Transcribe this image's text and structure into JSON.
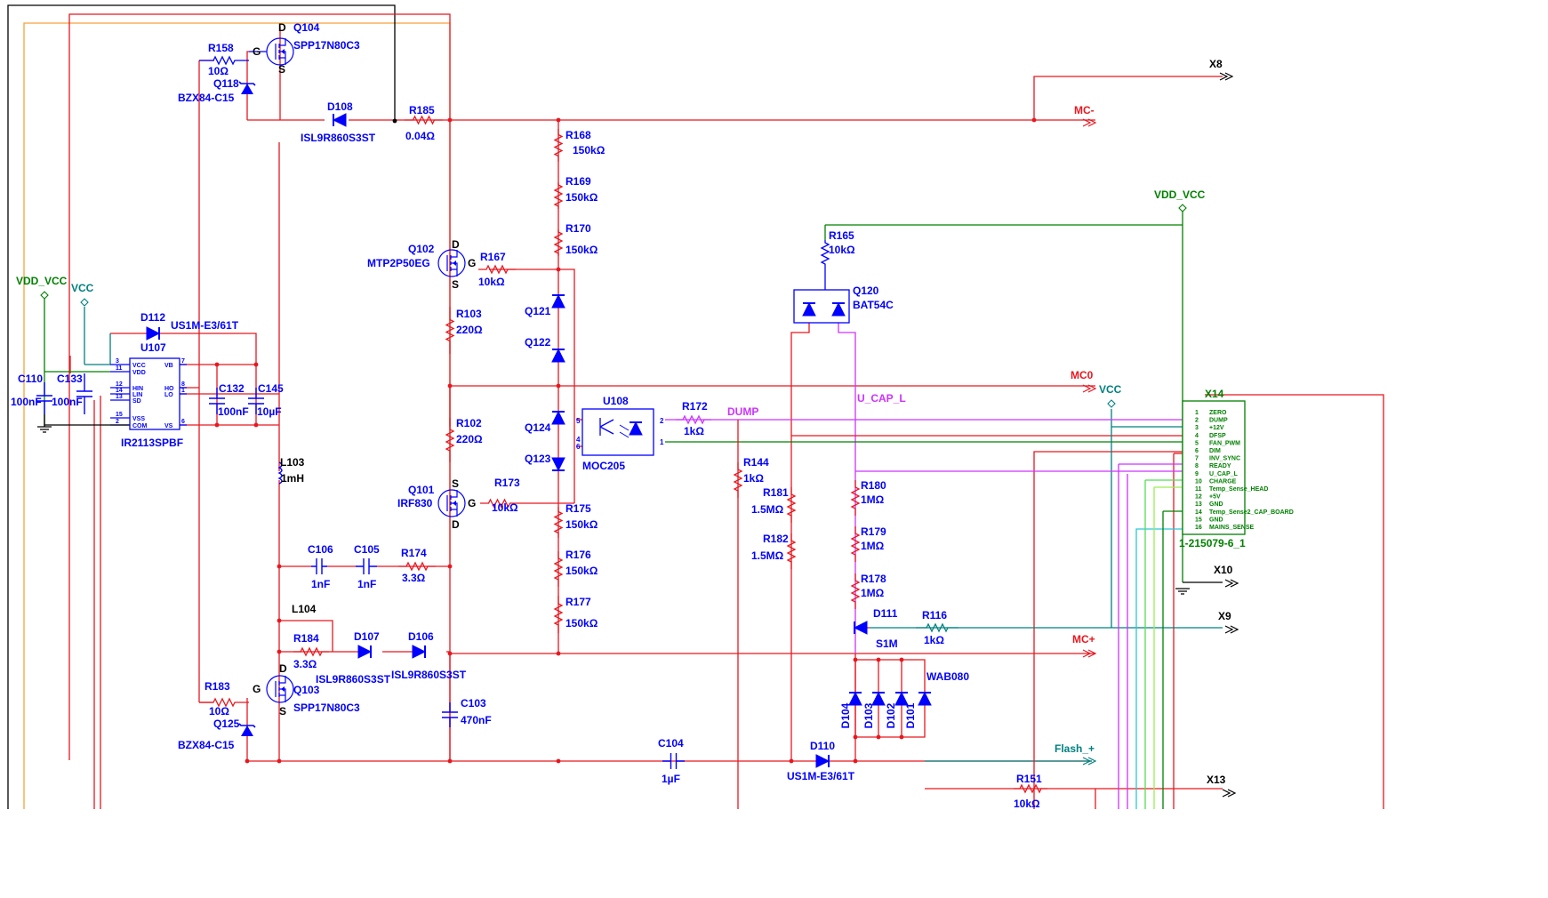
{
  "colors": {
    "red": "#e8171f",
    "blue": "#0000ff",
    "black": "#000000",
    "green": "#008000",
    "teal": "#008080",
    "magenta": "#cc33ff",
    "orange": "#f7a13a",
    "cyan": "#29c8d8"
  },
  "parts": [
    {
      "id": "Q104",
      "labels": [
        "Q104",
        "SPP17N80C3"
      ]
    },
    {
      "id": "R158",
      "labels": [
        "R158",
        "10Ω"
      ]
    },
    {
      "id": "Q118",
      "labels": [
        "Q118",
        "BZX84-C15"
      ]
    },
    {
      "id": "D108",
      "labels": [
        "D108",
        "ISL9R860S3ST"
      ]
    },
    {
      "id": "R185",
      "labels": [
        "R185",
        "0.04Ω"
      ]
    },
    {
      "id": "R168",
      "labels": [
        "R168",
        "150kΩ"
      ]
    },
    {
      "id": "R169",
      "labels": [
        "R169",
        "150kΩ"
      ]
    },
    {
      "id": "R170",
      "labels": [
        "R170",
        "150kΩ"
      ]
    },
    {
      "id": "Q102",
      "labels": [
        "Q102",
        "MTP2P50EG"
      ]
    },
    {
      "id": "R167",
      "labels": [
        "R167",
        "10kΩ"
      ]
    },
    {
      "id": "R103",
      "labels": [
        "R103",
        "220Ω"
      ]
    },
    {
      "id": "Q121",
      "labels": [
        "Q121"
      ]
    },
    {
      "id": "Q122",
      "labels": [
        "Q122"
      ]
    },
    {
      "id": "D112",
      "labels": [
        "D112",
        "US1M-E3/61T"
      ]
    },
    {
      "id": "U107",
      "labels": [
        "U107",
        "IR2113SPBF"
      ]
    },
    {
      "id": "C110",
      "labels": [
        "C110",
        "100nF"
      ]
    },
    {
      "id": "C133",
      "labels": [
        "C133",
        "100nF"
      ]
    },
    {
      "id": "C132",
      "labels": [
        "C132",
        "100nF"
      ]
    },
    {
      "id": "C145",
      "labels": [
        "C145",
        "10µF"
      ]
    },
    {
      "id": "R102",
      "labels": [
        "R102",
        "220Ω"
      ]
    },
    {
      "id": "Q124",
      "labels": [
        "Q124"
      ]
    },
    {
      "id": "Q123",
      "labels": [
        "Q123"
      ]
    },
    {
      "id": "U108",
      "labels": [
        "U108",
        "MOC205"
      ]
    },
    {
      "id": "R172",
      "labels": [
        "R172",
        "1kΩ"
      ]
    },
    {
      "id": "R144",
      "labels": [
        "R144",
        "1kΩ"
      ]
    },
    {
      "id": "L103",
      "labels": [
        "L103",
        "1mH"
      ]
    },
    {
      "id": "Q101",
      "labels": [
        "Q101",
        "IRF830"
      ]
    },
    {
      "id": "R173",
      "labels": [
        "R173",
        "10kΩ"
      ]
    },
    {
      "id": "R175",
      "labels": [
        "R175",
        "150kΩ"
      ]
    },
    {
      "id": "R176",
      "labels": [
        "R176",
        "150kΩ"
      ]
    },
    {
      "id": "R177",
      "labels": [
        "R177",
        "150kΩ"
      ]
    },
    {
      "id": "R181",
      "labels": [
        "R181",
        "1.5MΩ"
      ]
    },
    {
      "id": "R182",
      "labels": [
        "R182",
        "1.5MΩ"
      ]
    },
    {
      "id": "R165",
      "labels": [
        "R165",
        "10kΩ"
      ]
    },
    {
      "id": "Q120",
      "labels": [
        "Q120",
        "BAT54C"
      ]
    },
    {
      "id": "R180",
      "labels": [
        "R180",
        "1MΩ"
      ]
    },
    {
      "id": "R179",
      "labels": [
        "R179",
        "1MΩ"
      ]
    },
    {
      "id": "R178",
      "labels": [
        "R178",
        "1MΩ"
      ]
    },
    {
      "id": "D111",
      "labels": [
        "D111",
        "S1M"
      ]
    },
    {
      "id": "R116",
      "labels": [
        "R116",
        "1kΩ"
      ]
    },
    {
      "id": "C106",
      "labels": [
        "C106",
        "1nF"
      ]
    },
    {
      "id": "C105",
      "labels": [
        "C105",
        "1nF"
      ]
    },
    {
      "id": "R174",
      "labels": [
        "R174",
        "3.3Ω"
      ]
    },
    {
      "id": "L104",
      "labels": [
        "L104"
      ]
    },
    {
      "id": "R184",
      "labels": [
        "R184",
        "3.3Ω"
      ]
    },
    {
      "id": "D107",
      "labels": [
        "D107",
        "ISL9R860S3ST"
      ]
    },
    {
      "id": "D106",
      "labels": [
        "D106",
        "ISL9R860S3ST"
      ]
    },
    {
      "id": "R183",
      "labels": [
        "R183",
        "10Ω"
      ]
    },
    {
      "id": "Q103",
      "labels": [
        "Q103",
        "SPP17N80C3"
      ]
    },
    {
      "id": "Q125",
      "labels": [
        "Q125",
        "BZX84-C15"
      ]
    },
    {
      "id": "C103",
      "labels": [
        "C103",
        "470nF"
      ]
    },
    {
      "id": "C104",
      "labels": [
        "C104",
        "1µF"
      ]
    },
    {
      "id": "D110",
      "labels": [
        "D110",
        "US1M-E3/61T"
      ]
    },
    {
      "id": "R151",
      "labels": [
        "R151",
        "10kΩ"
      ]
    },
    {
      "id": "D104",
      "labels": [
        "D104"
      ]
    },
    {
      "id": "D103",
      "labels": [
        "D103"
      ]
    },
    {
      "id": "D102",
      "labels": [
        "D102"
      ]
    },
    {
      "id": "D101",
      "labels": [
        "D101"
      ]
    },
    {
      "id": "WAB080",
      "labels": [
        "WAB080"
      ]
    },
    {
      "id": "X14",
      "labels": [
        "X14",
        "1-215079-6_1"
      ]
    }
  ],
  "nets": {
    "mc_minus": "MC-",
    "mc0": "MC0",
    "mc_plus": "MC+",
    "dump": "DUMP",
    "u_cap_l": "U_CAP_L",
    "flash": "Flash_+",
    "vdd_vcc": "VDD_VCC",
    "vcc": "VCC"
  },
  "terminals": {
    "x8": "X8",
    "x9": "X9",
    "x10": "X10",
    "x13": "X13"
  },
  "pins": {
    "gate": "G",
    "drain": "D",
    "source": "S",
    "u107": [
      {
        "num": "3",
        "name": "VCC"
      },
      {
        "num": "11",
        "name": "VDD"
      },
      {
        "num": "12",
        "name": "HIN"
      },
      {
        "num": "14",
        "name": "LIN"
      },
      {
        "num": "13",
        "name": "SD"
      },
      {
        "num": "15",
        "name": "VSS"
      },
      {
        "num": "2",
        "name": "COM"
      },
      {
        "num": "7",
        "name": "VB"
      },
      {
        "num": "8",
        "name": "HO"
      },
      {
        "num": "1",
        "name": "LO"
      },
      {
        "num": "6",
        "name": "VS"
      }
    ],
    "u108": [
      "5",
      "4",
      "6",
      "2",
      "1"
    ],
    "x14": [
      {
        "num": "1",
        "name": "ZERO"
      },
      {
        "num": "2",
        "name": "DUMP"
      },
      {
        "num": "3",
        "name": "+12V"
      },
      {
        "num": "4",
        "name": "DFSP"
      },
      {
        "num": "5",
        "name": "FAN_PWM"
      },
      {
        "num": "6",
        "name": "DIM"
      },
      {
        "num": "7",
        "name": "INV_SYNC"
      },
      {
        "num": "8",
        "name": "READY"
      },
      {
        "num": "9",
        "name": "U_CAP_L"
      },
      {
        "num": "10",
        "name": "CHARGE"
      },
      {
        "num": "11",
        "name": "Temp_Sense_HEAD"
      },
      {
        "num": "12",
        "name": "+5V"
      },
      {
        "num": "13",
        "name": "GND"
      },
      {
        "num": "14",
        "name": "Temp_Sense2_CAP_BOARD"
      },
      {
        "num": "15",
        "name": "GND"
      },
      {
        "num": "16",
        "name": "MAINS_SENSE"
      }
    ]
  }
}
